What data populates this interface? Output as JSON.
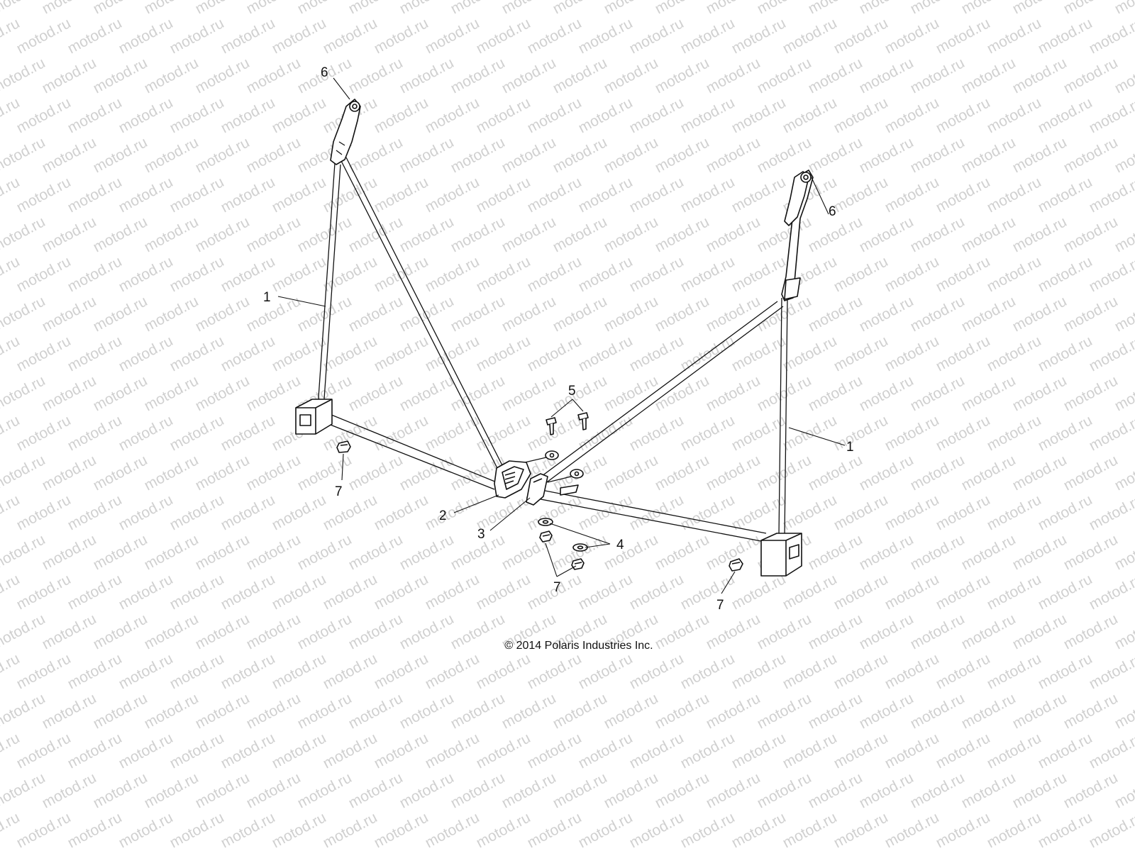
{
  "watermark": "motod.ru",
  "copyright": "© 2014 Polaris Industries Inc.",
  "callouts": {
    "upper_left_anchor": "6",
    "upper_right_anchor": "6",
    "left_belt": "1",
    "right_belt": "1",
    "buckle": "2",
    "tongue": "3",
    "washers": "4",
    "bolts": "5",
    "nut_left": "7",
    "nut_center": "7",
    "nut_right": "7"
  },
  "colors": {
    "line": "#111111",
    "background": "#ffffff",
    "watermark": "#d0d0d0"
  }
}
